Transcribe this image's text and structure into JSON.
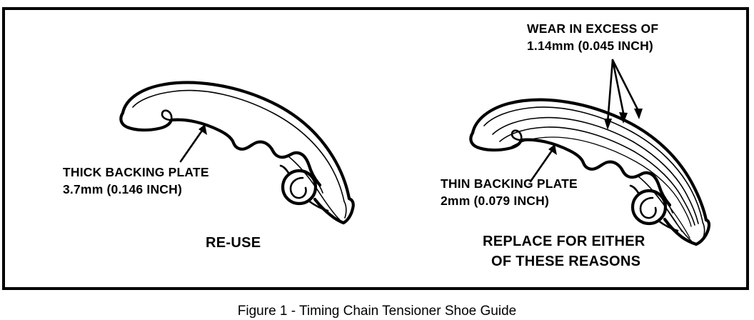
{
  "figure": {
    "caption": "Figure 1 - Timing Chain Tensioner Shoe Guide",
    "border_color": "#000000",
    "ink_color": "#000000",
    "background_color": "#ffffff"
  },
  "left_panel": {
    "verdict": "RE-USE",
    "callout": {
      "line1": "THICK BACKING PLATE",
      "line2": "3.7mm (0.146 INCH)"
    },
    "part_name": "timing-chain-tensioner-shoe",
    "condition": "good"
  },
  "right_panel": {
    "verdict_line1": "REPLACE FOR EITHER",
    "verdict_line2": "OF THESE REASONS",
    "callout": {
      "line1": "THIN BACKING PLATE",
      "line2": "2mm (0.079 INCH)"
    },
    "wear_callout": {
      "line1": "WEAR IN EXCESS OF",
      "line2": "1.14mm (0.045 INCH)"
    },
    "part_name": "timing-chain-tensioner-shoe",
    "condition": "worn",
    "wear_groove_count": 3
  }
}
